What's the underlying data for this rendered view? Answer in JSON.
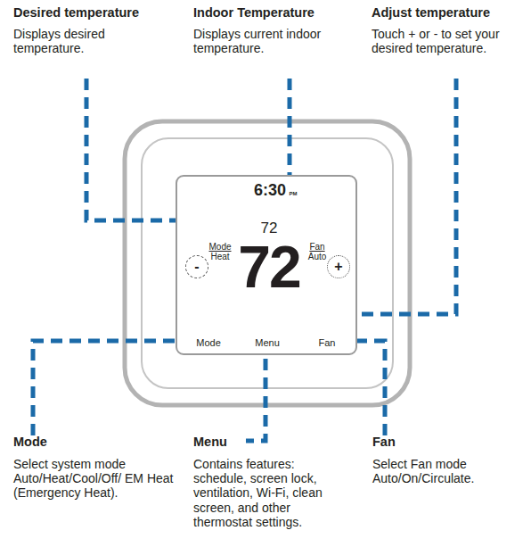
{
  "diagram": {
    "nodes": [
      {
        "text": [
          "6:30",
          "PM",
          "72",
          "Mode",
          "Heat",
          "72",
          "Fan",
          "Auto",
          "Mode",
          "Menu",
          "Fan"
        ]
      },
      {
        "text": [
          "-"
        ],
        "in": 0
      },
      {
        "text": [
          "+"
        ],
        "in": 0
      }
    ],
    "labels": [
      "Desired temperature",
      "Displays desired temperature.",
      "Indoor Temperature",
      "Displays current indoor temperature.",
      "Adjust temperature",
      "Touch + or - to set your desired temperature.",
      "Mode",
      "Select system mode Auto/Heat/Cool/Off/ EM Heat (Emergency Heat).",
      "Menu",
      "Contains features: schedule, screen lock, ventilation, Wi-Fi, clean screen, and other thermostat settings.",
      "Fan",
      "Select Fan mode Auto/On/Circulate."
    ]
  }
}
